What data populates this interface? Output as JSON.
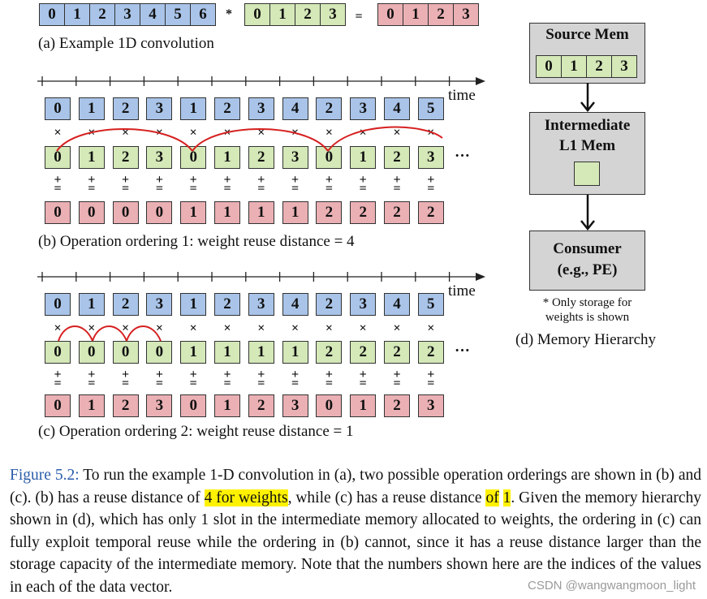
{
  "section_a": {
    "input": [
      "0",
      "1",
      "2",
      "3",
      "4",
      "5",
      "6"
    ],
    "star": "*",
    "weights": [
      "0",
      "1",
      "2",
      "3"
    ],
    "equals": "=",
    "outputs": [
      "0",
      "1",
      "2",
      "3"
    ],
    "caption": "(a) Example 1D convolution"
  },
  "section_b": {
    "time_label": "time",
    "inputs": [
      "0",
      "1",
      "2",
      "3",
      "1",
      "2",
      "3",
      "4",
      "2",
      "3",
      "4",
      "5"
    ],
    "weights": [
      "0",
      "1",
      "2",
      "3",
      "0",
      "1",
      "2",
      "3",
      "0",
      "1",
      "2",
      "3"
    ],
    "outputs": [
      "0",
      "0",
      "0",
      "0",
      "1",
      "1",
      "1",
      "1",
      "2",
      "2",
      "2",
      "2"
    ],
    "ellipsis": "···",
    "caption": "(b) Operation ordering 1: weight reuse distance = 4"
  },
  "section_c": {
    "time_label": "time",
    "inputs": [
      "0",
      "1",
      "2",
      "3",
      "1",
      "2",
      "3",
      "4",
      "2",
      "3",
      "4",
      "5"
    ],
    "weights": [
      "0",
      "0",
      "0",
      "0",
      "1",
      "1",
      "1",
      "1",
      "2",
      "2",
      "2",
      "2"
    ],
    "outputs": [
      "0",
      "1",
      "2",
      "3",
      "0",
      "1",
      "2",
      "3",
      "0",
      "1",
      "2",
      "3"
    ],
    "ellipsis": "···",
    "caption": "(c) Operation ordering 2: weight reuse distance = 1"
  },
  "section_d": {
    "source_mem": "Source Mem",
    "source_values": [
      "0",
      "1",
      "2",
      "3"
    ],
    "intermediate_line1": "Intermediate",
    "intermediate_line2": "L1 Mem",
    "consumer_line1": "Consumer",
    "consumer_line2": "(e.g., PE)",
    "note_line1": "* Only storage for",
    "note_line2": "weights is shown",
    "caption": "(d) Memory Hierarchy"
  },
  "figure_caption": {
    "label": "Figure 5.2:",
    "t1": " To run the example 1-D convolution in (a), two possible operation orderings are shown in (b) and (c). (b) has a reuse distance of ",
    "h1": "4 for weights",
    "t2": ", while (c) has a reuse distance ",
    "h2a": "of",
    "h2b": "1",
    "t3": ". Given the memory hierarchy shown in (d), which has only 1 slot in the intermediate memory allocated to weights, the ordering in (c) can fully exploit temporal reuse while the ordering in (b) cannot, since it has a reuse distance larger than the storage capacity of the intermediate memory. Note that the numbers shown here are the indices of the values in each of the data vector."
  },
  "watermark": "CSDN @wangwangmoon_light",
  "colors": {
    "input": "#a9c4e8",
    "weight": "#d4e8b8",
    "output": "#eab0b4",
    "arc": "#d62020",
    "mem": "#d4d4d4",
    "caption_label": "#2a5cab",
    "highlight": "#fff200"
  }
}
